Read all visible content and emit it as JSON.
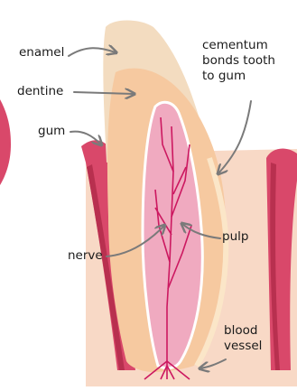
{
  "labels": {
    "enamel": "enamel",
    "dentine": "dentine",
    "gum": "gum",
    "cementum_l1": "cementum",
    "cementum_l2": "bonds tooth",
    "cementum_l3": "to gum",
    "pulp": "pulp",
    "nerve": "nerve",
    "blood_l1": "blood",
    "blood_l2": "vessel"
  },
  "colors": {
    "background": "#ffffff",
    "tissue": "#f8d9c6",
    "gum": "#d9486a",
    "gum_dark": "#b8304f",
    "dentine": "#f6c9a0",
    "enamel": "#f3dcc0",
    "pulp": "#f0aac0",
    "vessel": "#cc1860",
    "cementum_edge": "#fbe6c8",
    "arrow": "#7a7a7a"
  }
}
